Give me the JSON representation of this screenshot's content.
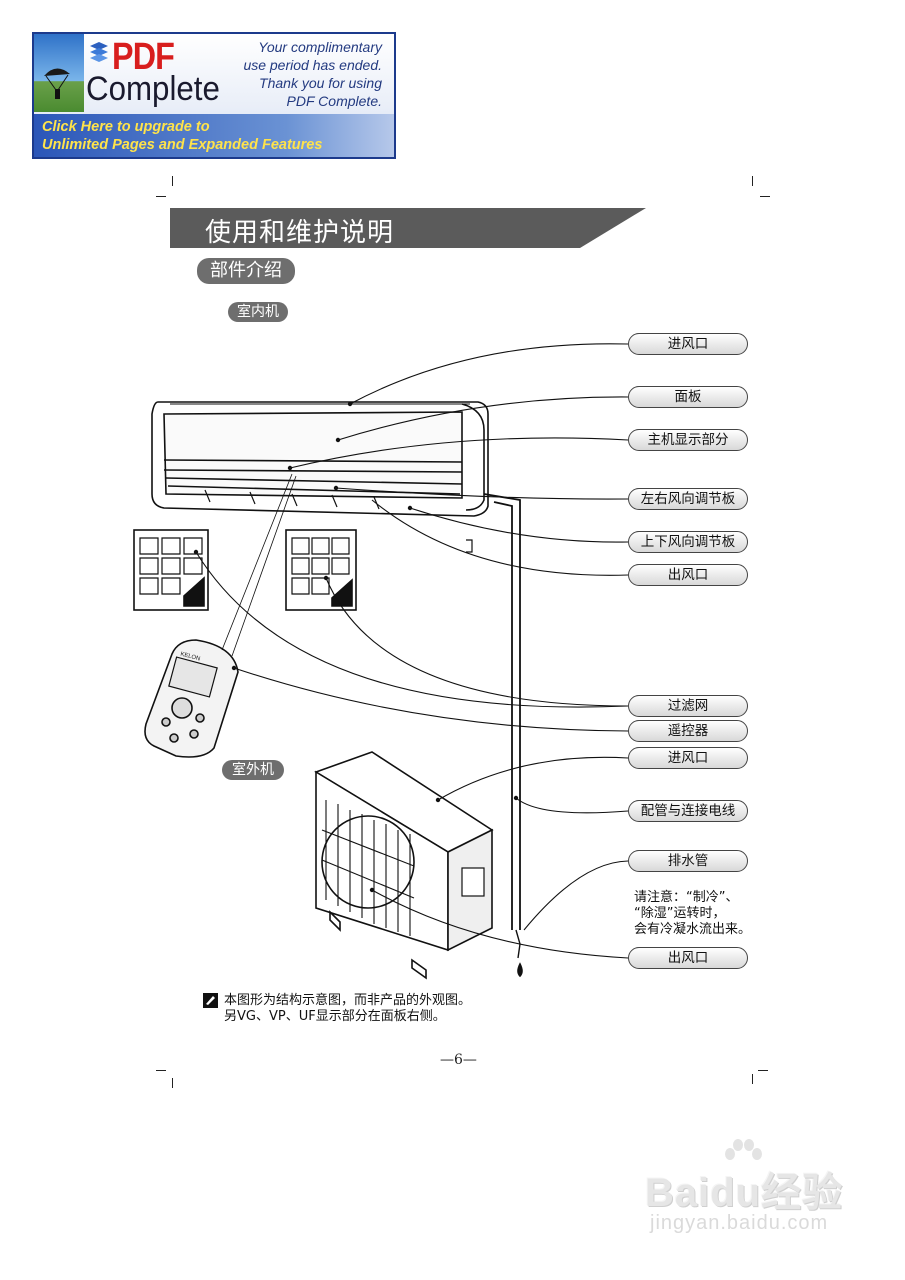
{
  "banner": {
    "brand_top": "PDF",
    "brand_bottom": "Complete",
    "message_lines": [
      "Your complimentary",
      "use period has ended.",
      "Thank you for using",
      "PDF Complete."
    ],
    "upgrade_lines": [
      "Click Here to upgrade to",
      "Unlimited Pages and Expanded Features"
    ]
  },
  "header": {
    "title": "使用和维护说明",
    "section": "部件介绍"
  },
  "indoor": {
    "label": "室内机",
    "callouts": [
      "进风口",
      "面板",
      "主机显示部分",
      "左右风向调节板",
      "上下风向调节板",
      "出风口",
      "过滤网",
      "遥控器"
    ]
  },
  "outdoor": {
    "label": "室外机",
    "callouts": [
      "进风口",
      "配管与连接电线",
      "排水管",
      "出风口"
    ],
    "warning_lines": [
      "请注意：“制冷”、",
      "“除湿”运转时，",
      "会有冷凝水流出来。"
    ]
  },
  "remote_brand": "KELON",
  "footnote_lines": [
    "本图形为结构示意图，而非产品的外观图。",
    "另VG、VP、UF显示部分在面板右侧。"
  ],
  "page_number": "—6—",
  "watermark": {
    "logo": "Baidu经验",
    "url": "jingyan.baidu.com"
  },
  "colors": {
    "title_bar": "#5b5b5b",
    "pill_gray": "#6e6e6e",
    "banner_border": "#1c3a8c",
    "upgrade_text": "#ffe34a"
  }
}
